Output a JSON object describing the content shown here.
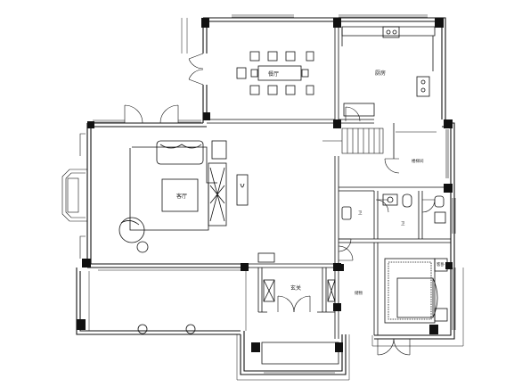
{
  "rooms": {
    "dining": "餐厅",
    "kitchen": "厨房",
    "living": "客厅",
    "stair": "楼梯间",
    "bath": "卫",
    "storage": "储物",
    "foyer": "玄关",
    "bedroom": "客卧"
  }
}
